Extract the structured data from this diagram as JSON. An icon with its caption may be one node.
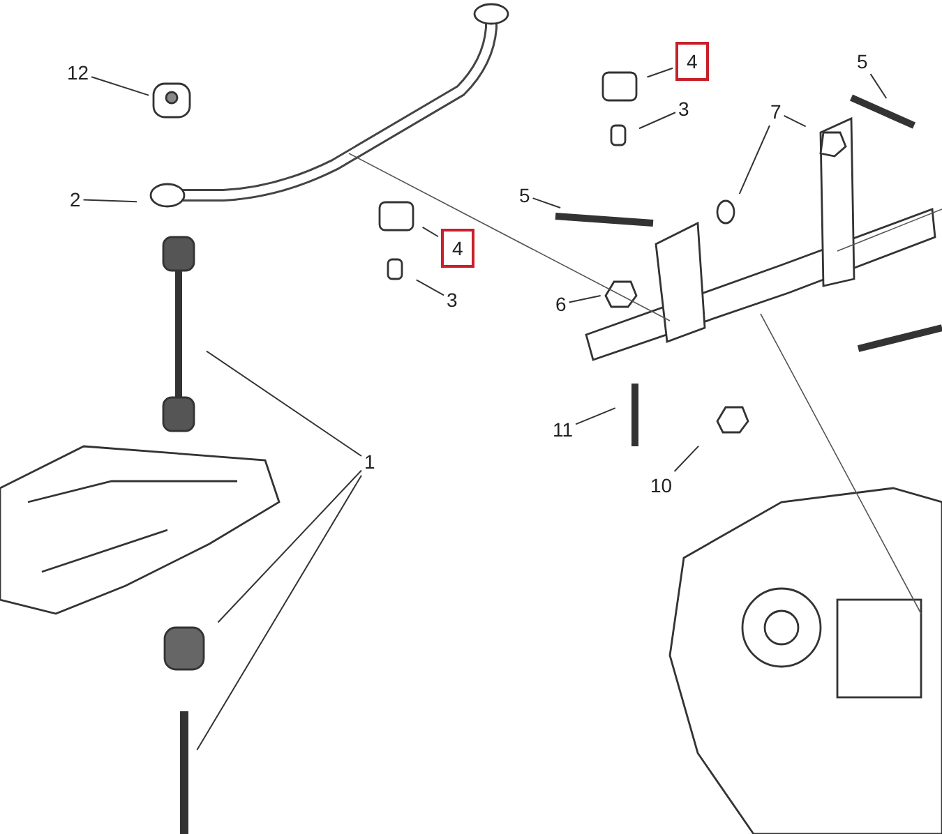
{
  "diagram": {
    "nodes": [
      {
        "text": [
          "4"
        ]
      },
      {
        "text": [
          "12"
        ]
      },
      {
        "text": [
          "5"
        ]
      },
      {
        "text": [
          "3"
        ]
      },
      {
        "text": [
          "7"
        ]
      },
      {
        "text": [
          "2"
        ]
      },
      {
        "text": [
          "5"
        ]
      },
      {
        "text": [
          "4"
        ]
      },
      {
        "text": [
          "3"
        ]
      },
      {
        "text": [
          "6"
        ]
      },
      {
        "text": [
          "11"
        ]
      },
      {
        "text": [
          "1"
        ]
      },
      {
        "text": [
          "10"
        ]
      }
    ],
    "edges": [
      {
        "from": 0,
        "to": null,
        "arrow": "none"
      },
      {
        "from": 1,
        "to": null,
        "arrow": "none"
      },
      {
        "from": 2,
        "to": null,
        "arrow": "none"
      },
      {
        "from": 3,
        "to": null,
        "arrow": "none"
      },
      {
        "from": 4,
        "to": null,
        "arrow": "none"
      },
      {
        "from": 4,
        "to": null,
        "arrow": "none"
      },
      {
        "from": 5,
        "to": null,
        "arrow": "none"
      },
      {
        "from": 6,
        "to": null,
        "arrow": "none"
      },
      {
        "from": 7,
        "to": null,
        "arrow": "none"
      },
      {
        "from": 8,
        "to": null,
        "arrow": "none"
      },
      {
        "from": 9,
        "to": null,
        "arrow": "none"
      },
      {
        "from": 10,
        "to": null,
        "arrow": "none"
      },
      {
        "from": 11,
        "to": null,
        "arrow": "none"
      },
      {
        "from": 11,
        "to": null,
        "arrow": "none"
      },
      {
        "from": 11,
        "to": null,
        "arrow": "none"
      },
      {
        "from": 12,
        "to": null,
        "arrow": "none"
      }
    ]
  }
}
